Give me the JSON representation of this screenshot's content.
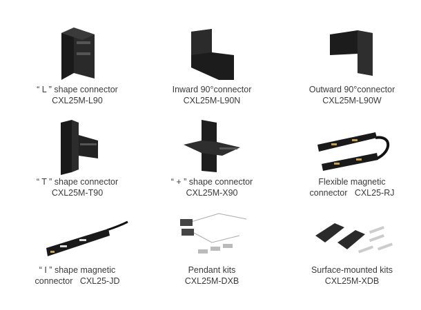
{
  "products": [
    {
      "name": "“ L ” shape connector",
      "code": "CXL25M-L90",
      "icon": "l-connector-icon"
    },
    {
      "name": "Inward 90°connector",
      "code": "CXL25M-L90N",
      "icon": "inward-connector-icon"
    },
    {
      "name": "Outward 90°connector",
      "code": "CXL25M-L90W",
      "icon": "outward-connector-icon"
    },
    {
      "name": "“ T ” shape connector",
      "code": "CXL25M-T90",
      "icon": "t-connector-icon"
    },
    {
      "name": "“ + ” shape connector",
      "code": "CXL25M-X90",
      "icon": "cross-connector-icon"
    },
    {
      "name": "Flexible magnetic",
      "code": "connector   CXL25-RJ",
      "icon": "flexible-connector-icon"
    },
    {
      "name": "“ I ” shape magnetic",
      "code": "connector   CXL25-JD",
      "icon": "i-connector-icon"
    },
    {
      "name": "Pendant kits",
      "code": "CXL25M-DXB",
      "icon": "pendant-kit-icon"
    },
    {
      "name": "Surface-mounted kits",
      "code": "CXL25M-XDB",
      "icon": "surface-kit-icon"
    }
  ]
}
